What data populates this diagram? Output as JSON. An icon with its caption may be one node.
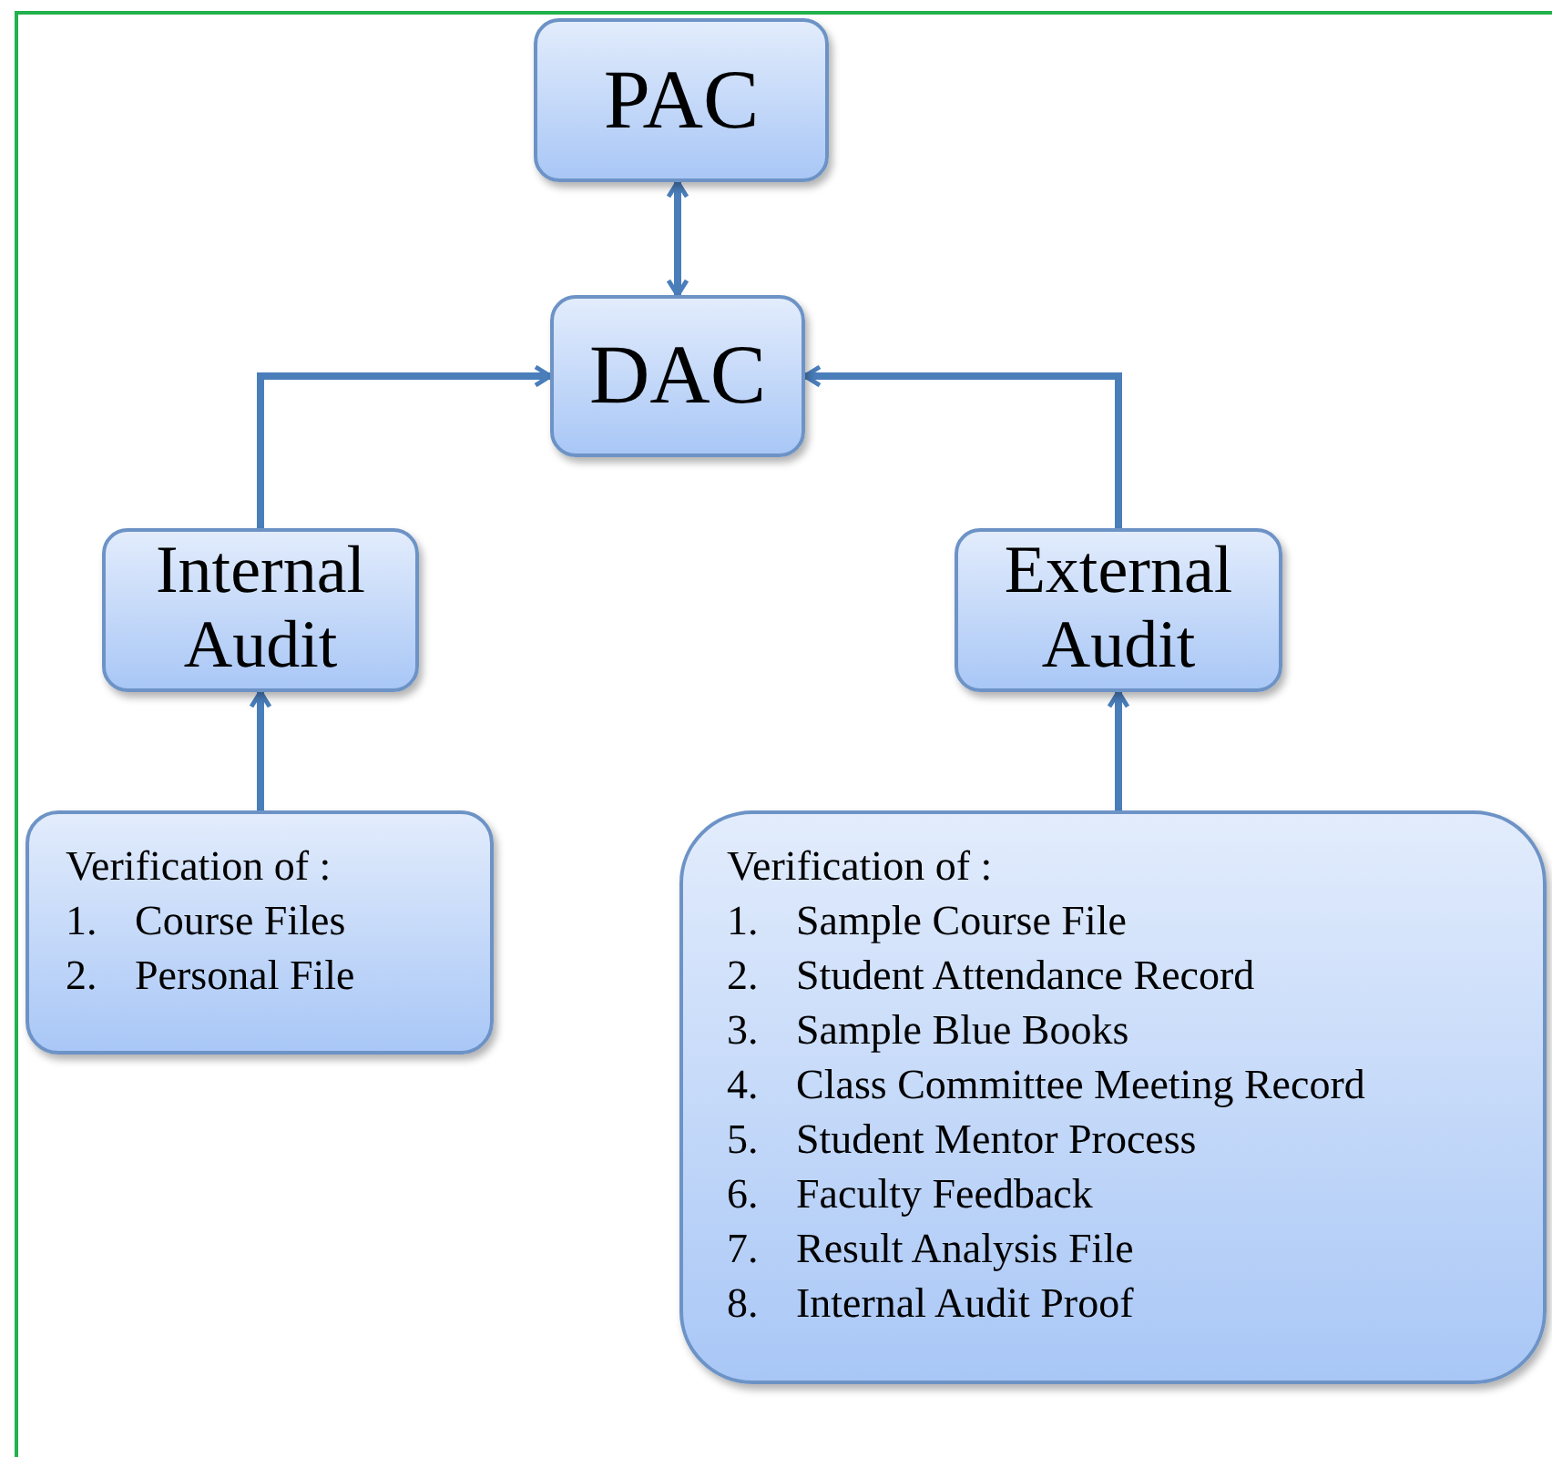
{
  "diagram": {
    "nodes": [
      {
        "text": [
          "PAC"
        ]
      },
      {
        "text": [
          "DAC"
        ]
      },
      {
        "text": [
          "Internal Audit"
        ]
      },
      {
        "text": [
          "External Audit"
        ]
      },
      {
        "text": [
          "Verification of :",
          "1. Course Files",
          "2. Personal File"
        ]
      },
      {
        "text": [
          "Verification of :",
          "1. Sample Course File",
          "2. Student Attendance Record",
          "3. Sample Blue Books",
          "4. Class Committee Meeting Record",
          "5. Student Mentor Process",
          "6. Faculty Feedback",
          "7. Result Analysis File",
          "8. Internal Audit Proof"
        ]
      }
    ],
    "edges": [
      {
        "from": 0,
        "to": 1,
        "arrow": "both"
      },
      {
        "from": 2,
        "to": 1,
        "arrow": "to"
      },
      {
        "from": 3,
        "to": 1,
        "arrow": "to"
      },
      {
        "from": 4,
        "to": 2,
        "arrow": "to"
      },
      {
        "from": 5,
        "to": 3,
        "arrow": "to"
      }
    ]
  }
}
